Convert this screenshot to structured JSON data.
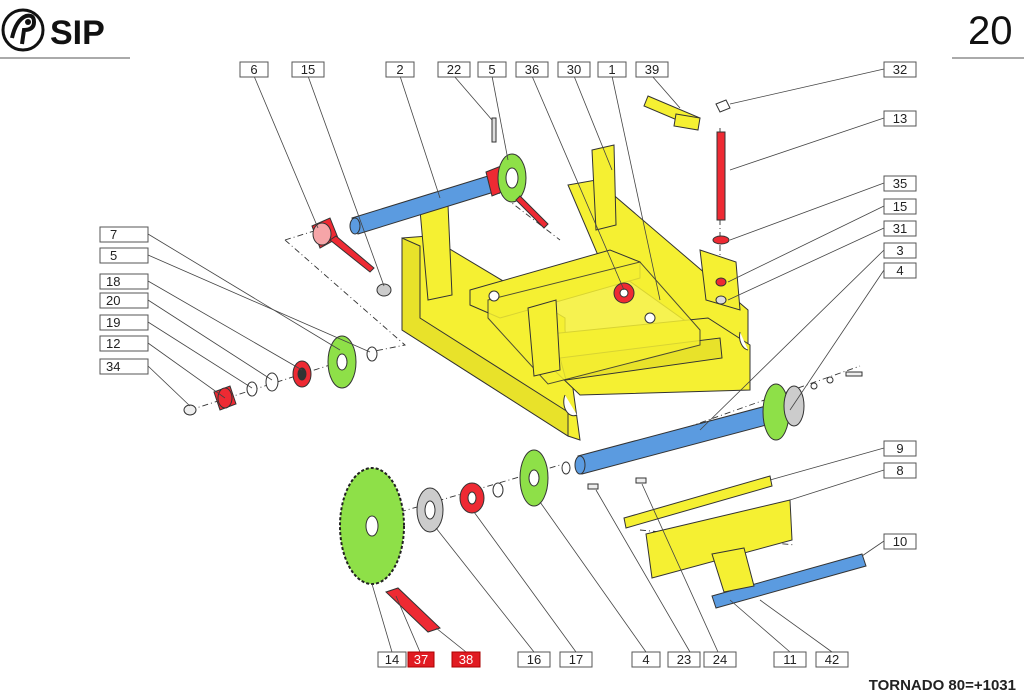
{
  "header": {
    "brand": "SIP",
    "page_number": "20"
  },
  "footer": {
    "model_text": "TORNADO 80=+1031"
  },
  "colors": {
    "frame_yellow": "#f5f032",
    "shaft_blue": "#5b9be0",
    "part_red": "#ee2a33",
    "sprocket_green": "#8ee048",
    "highlight_label": "#e11b22"
  },
  "callouts": [
    {
      "id": "c6",
      "text": "6"
    },
    {
      "id": "c15a",
      "text": "15"
    },
    {
      "id": "c2",
      "text": "2"
    },
    {
      "id": "c22",
      "text": "22"
    },
    {
      "id": "c5a",
      "text": "5"
    },
    {
      "id": "c36",
      "text": "36"
    },
    {
      "id": "c30",
      "text": "30"
    },
    {
      "id": "c1",
      "text": "1"
    },
    {
      "id": "c39",
      "text": "39"
    },
    {
      "id": "c32",
      "text": "32"
    },
    {
      "id": "c13",
      "text": "13"
    },
    {
      "id": "c35",
      "text": "35"
    },
    {
      "id": "c15b",
      "text": "15"
    },
    {
      "id": "c31",
      "text": "31"
    },
    {
      "id": "c3",
      "text": "3"
    },
    {
      "id": "c4a",
      "text": "4"
    },
    {
      "id": "c7",
      "text": "7"
    },
    {
      "id": "c5b",
      "text": "5"
    },
    {
      "id": "c18",
      "text": "18"
    },
    {
      "id": "c20",
      "text": "20"
    },
    {
      "id": "c19",
      "text": "19"
    },
    {
      "id": "c12",
      "text": "12"
    },
    {
      "id": "c34",
      "text": "34"
    },
    {
      "id": "c9",
      "text": "9"
    },
    {
      "id": "c8",
      "text": "8"
    },
    {
      "id": "c10",
      "text": "10"
    },
    {
      "id": "c14",
      "text": "14"
    },
    {
      "id": "c37",
      "text": "37",
      "highlight": true
    },
    {
      "id": "c38",
      "text": "38",
      "highlight": true
    },
    {
      "id": "c16",
      "text": "16"
    },
    {
      "id": "c17",
      "text": "17"
    },
    {
      "id": "c4b",
      "text": "4"
    },
    {
      "id": "c23",
      "text": "23"
    },
    {
      "id": "c24",
      "text": "24"
    },
    {
      "id": "c11",
      "text": "11"
    },
    {
      "id": "c42",
      "text": "42"
    }
  ]
}
